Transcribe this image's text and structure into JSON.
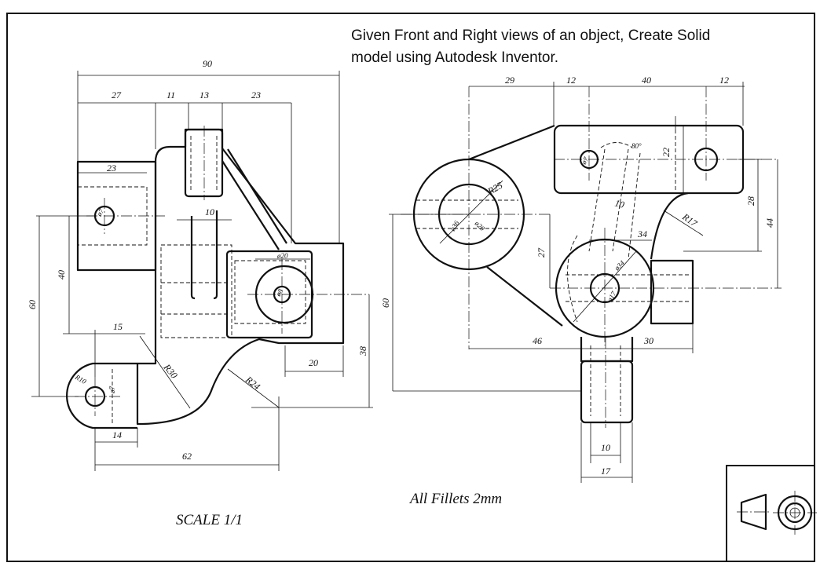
{
  "instruction": {
    "line1": "Given Front and Right views of an object, Create Solid",
    "line2": "model using Autodesk Inventor."
  },
  "notes": {
    "scale": "SCALE  1/1",
    "fillets": "All Fillets 2mm"
  },
  "front_view_dims": {
    "overall_width": "90",
    "d27": "27",
    "d11": "11",
    "d13": "13",
    "d23_top": "23",
    "d23_inner": "23",
    "d10": "10",
    "d15": "15",
    "d40": "40",
    "d60": "60",
    "r30": "R30",
    "r24": "R24",
    "r10": "R10",
    "phi7": "ø7",
    "phi7_upper": "ø7",
    "phi20": "ø20",
    "phi8": "ø8",
    "d14": "14",
    "d62": "62",
    "d20": "20",
    "d38": "38"
  },
  "right_view_dims": {
    "d29": "29",
    "d12_left": "12",
    "d40": "40",
    "d12_right": "12",
    "r25": "R25",
    "phi36": "ø36",
    "phi20": "ø20",
    "phi7": "ø7",
    "phi34": "ø34",
    "phi17": "ø17",
    "angle80": "80°",
    "d10_slot": "10",
    "d22": "22",
    "d28": "28",
    "d44": "44",
    "r17": "R17",
    "d34": "34",
    "d27": "27",
    "d60": "60",
    "d46": "46",
    "d30": "30",
    "d10_bottom": "10",
    "d17_bottom": "17"
  },
  "projection_symbol": "third-angle-projection-symbol"
}
